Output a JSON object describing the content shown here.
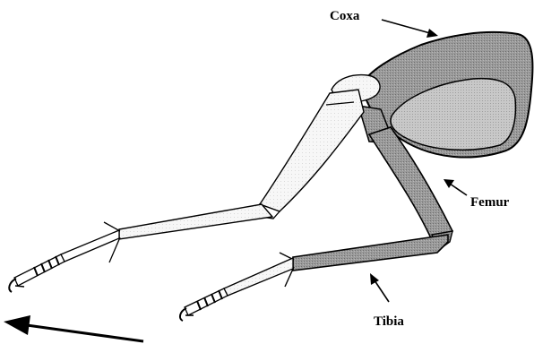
{
  "labels": {
    "coxa": "Coxa",
    "femur": "Femur",
    "tibia": "Tibia"
  },
  "colors": {
    "ink": "#000000",
    "shaded_segment": "#8c8c8c",
    "shaded_light": "#bdbdbd",
    "unshaded_segment": "#f3f3f3"
  }
}
